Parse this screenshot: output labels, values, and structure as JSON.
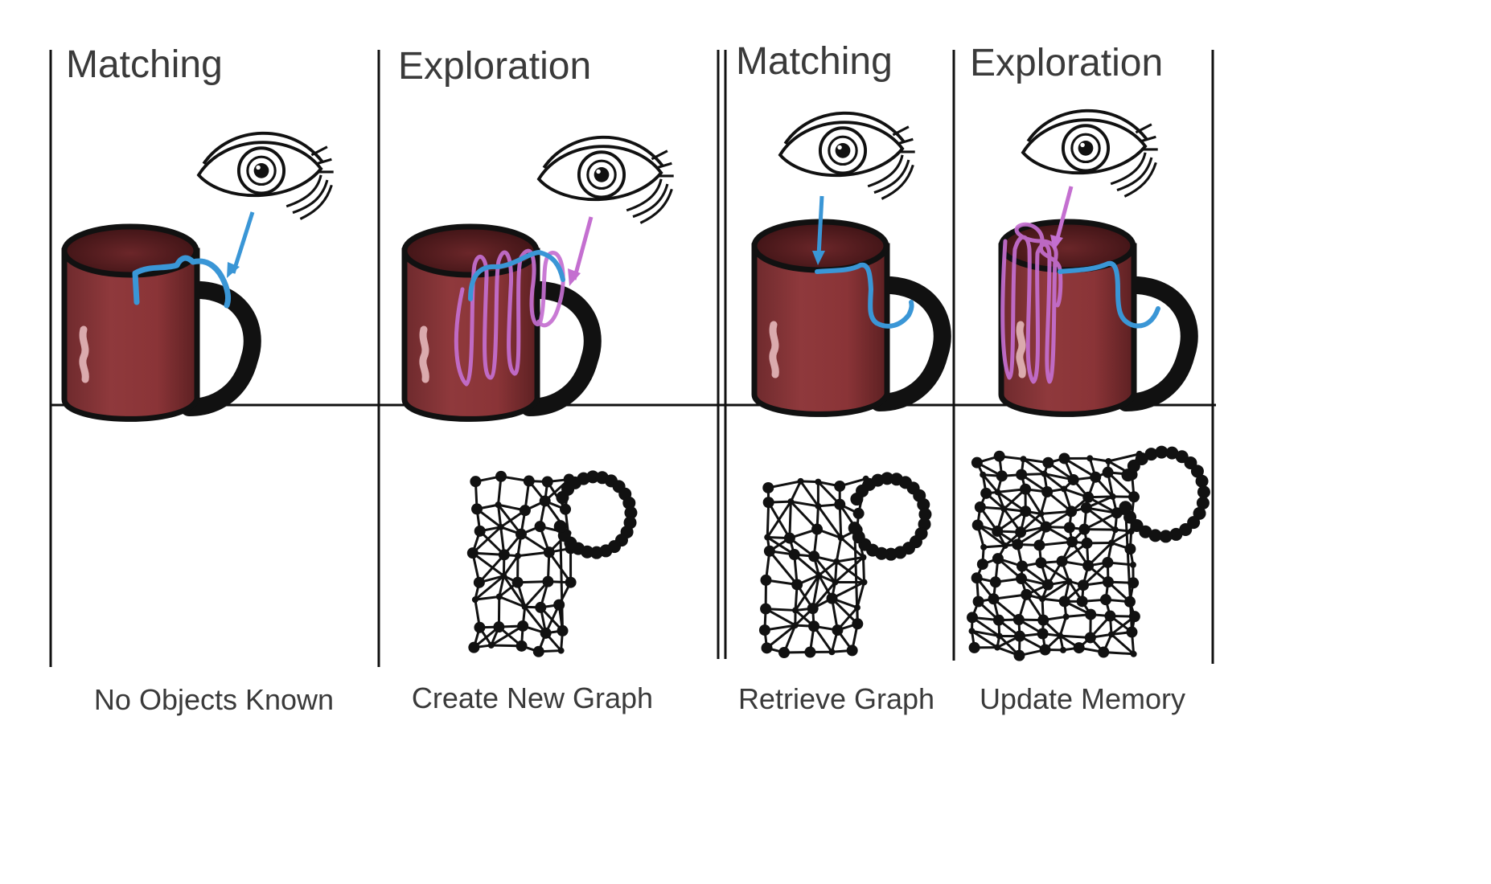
{
  "panels": [
    {
      "title": "Matching",
      "caption": "No Objects Known",
      "trace": "matching",
      "graph": "none"
    },
    {
      "title": "Exploration",
      "caption": "Create New Graph",
      "trace": "exploration",
      "graph": "small"
    },
    {
      "title": "Matching",
      "caption": "Retrieve Graph",
      "trace": "matching",
      "graph": "small"
    },
    {
      "title": "Exploration",
      "caption": "Update Memory",
      "trace": "exploration",
      "graph": "large"
    }
  ],
  "colors": {
    "matching_trace": "#3a96d6",
    "exploration_trace": "#c46fd0",
    "mug_body": "#8b3538",
    "mug_interior": "#4a1a1c",
    "outline": "#111111",
    "graph": "#111111"
  },
  "icons": [
    "eye-icon",
    "mug-icon",
    "graph-icon",
    "arrow-icon"
  ]
}
